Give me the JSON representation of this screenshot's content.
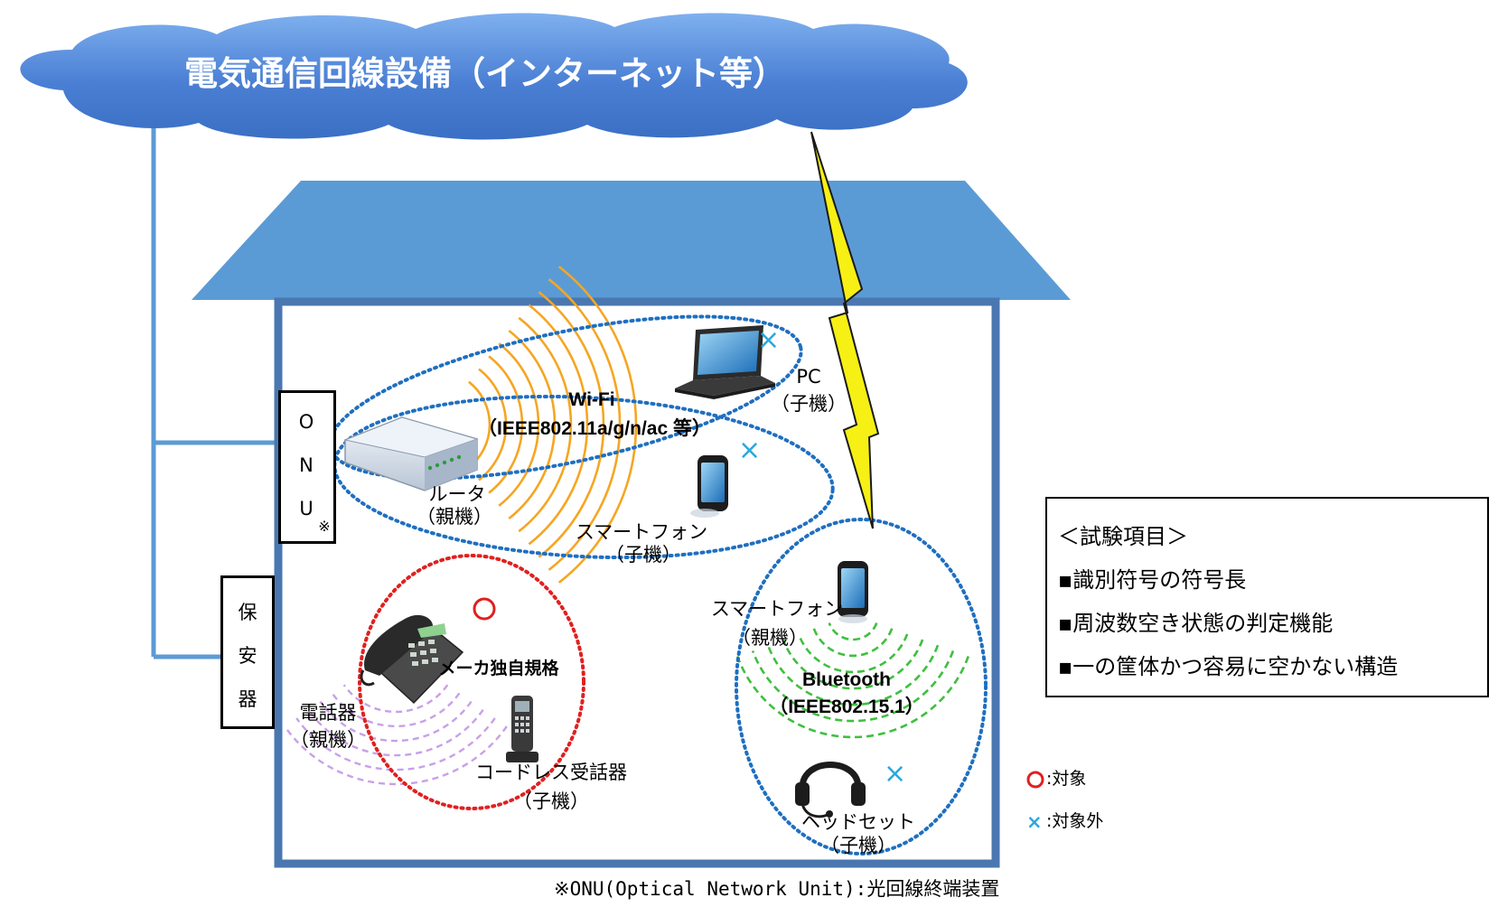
{
  "cloud": {
    "title": "電気通信回線設備（インターネット等）"
  },
  "onu": {
    "chars": [
      "O",
      "N",
      "U"
    ],
    "note_mark": "※"
  },
  "protector": {
    "chars": [
      "保",
      "安",
      "器"
    ]
  },
  "router": {
    "name": "ルータ",
    "role": "（親機）"
  },
  "pc": {
    "name": "PC",
    "role": "（子機）"
  },
  "wifi": {
    "name": "Wi-Fi",
    "spec": "（IEEE802.11a/g/n/ac 等）"
  },
  "smartphone_child": {
    "name": "スマートフォン",
    "role": "（子機）"
  },
  "phone": {
    "name": "電話器",
    "role": "（親機）"
  },
  "maker": {
    "name": "メーカ独自規格"
  },
  "cordless": {
    "name": "コードレス受話器",
    "role": "（子機）"
  },
  "smartphone_parent": {
    "name": "スマートフォン",
    "role": "（親機）"
  },
  "bluetooth": {
    "name": "Bluetooth",
    "spec": "（IEEE802.15.1）"
  },
  "headset": {
    "name": "ヘッドセット",
    "role": "（子機）"
  },
  "marks": {
    "target": "○",
    "excluded": "×"
  },
  "test_items": {
    "title": "＜試験項目＞",
    "items": [
      "▪識別符号の符号長",
      "▪周波数空き状態の判定機能",
      "▪一の筐体かつ容易に空かない構造"
    ]
  },
  "legend": {
    "target_symbol": "○",
    "target_label": ":対象",
    "excluded_symbol": "×",
    "excluded_label": ":対象外"
  },
  "footnote": "※ONU(Optical Network Unit):光回線終端装置",
  "colors": {
    "cloud": "#4a7fd4",
    "roof": "#5b9bd5",
    "wall": "#4a77b0",
    "line": "#5b9bd5",
    "wifi_waves": "#f5a623",
    "bt_waves": "#3fbf3f",
    "maker_waves": "#c9a0e8",
    "blue_dotted": "#1f6fc0",
    "red_dotted": "#e02020",
    "lightning": "#f6f015",
    "target_mark": "#e02020",
    "excluded_mark": "#29a8e0"
  }
}
